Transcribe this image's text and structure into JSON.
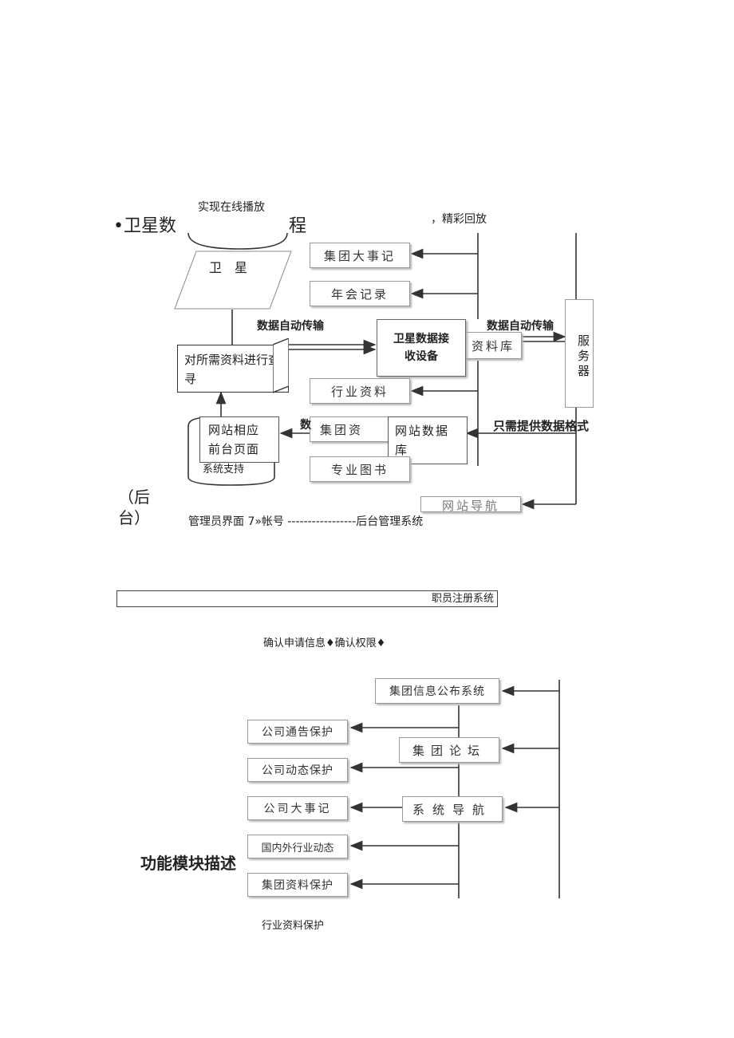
{
  "top_diagram": {
    "caption_top": "实现在线播放",
    "bullet_title_left": "•卫星数",
    "bullet_title_right": "程",
    "caption_replay": "，精彩回放",
    "satellite": "卫　星",
    "query_box": "对所需资料进行查寻",
    "data_auto_left": "数据自动传输",
    "data_auto_right": "数据自动传输",
    "receiver": "卫星数据接收设备",
    "group_events": "集团大事记",
    "annual_meeting": "年会记录",
    "data_lib": "资料库",
    "server": "服务器",
    "industry_data": "行业资料",
    "group_data_partial": "集团资",
    "shu_partial": "数",
    "website_db": "网站数据库",
    "only_format": "只需提供数据格式",
    "front_page": "网站相应前台页面",
    "system_support": "系统支持",
    "pro_books": "专业图书",
    "site_nav_partial": "网站导航",
    "backend_paren": "（后台）",
    "admin_line": "管理员界面 7»帐号 -----------------后台管理系统"
  },
  "register_bar": "职员注册系统",
  "confirm_line": "确认申请信息♦确认权限♦",
  "bottom_diagram": {
    "group_info": "集团信息公布系统",
    "group_forum": "集团论坛",
    "system_nav": "系统导航",
    "left_items": [
      "公司通告保护",
      "公司动态保护",
      "公司大事记",
      "国内外行业动态",
      "集团资料保护"
    ],
    "module_title": "功能模块描述",
    "footer": "行业资料保护"
  },
  "colors": {
    "line": "#333333",
    "box_border": "#9a9a9a",
    "shadow": "#b8b8b8"
  }
}
